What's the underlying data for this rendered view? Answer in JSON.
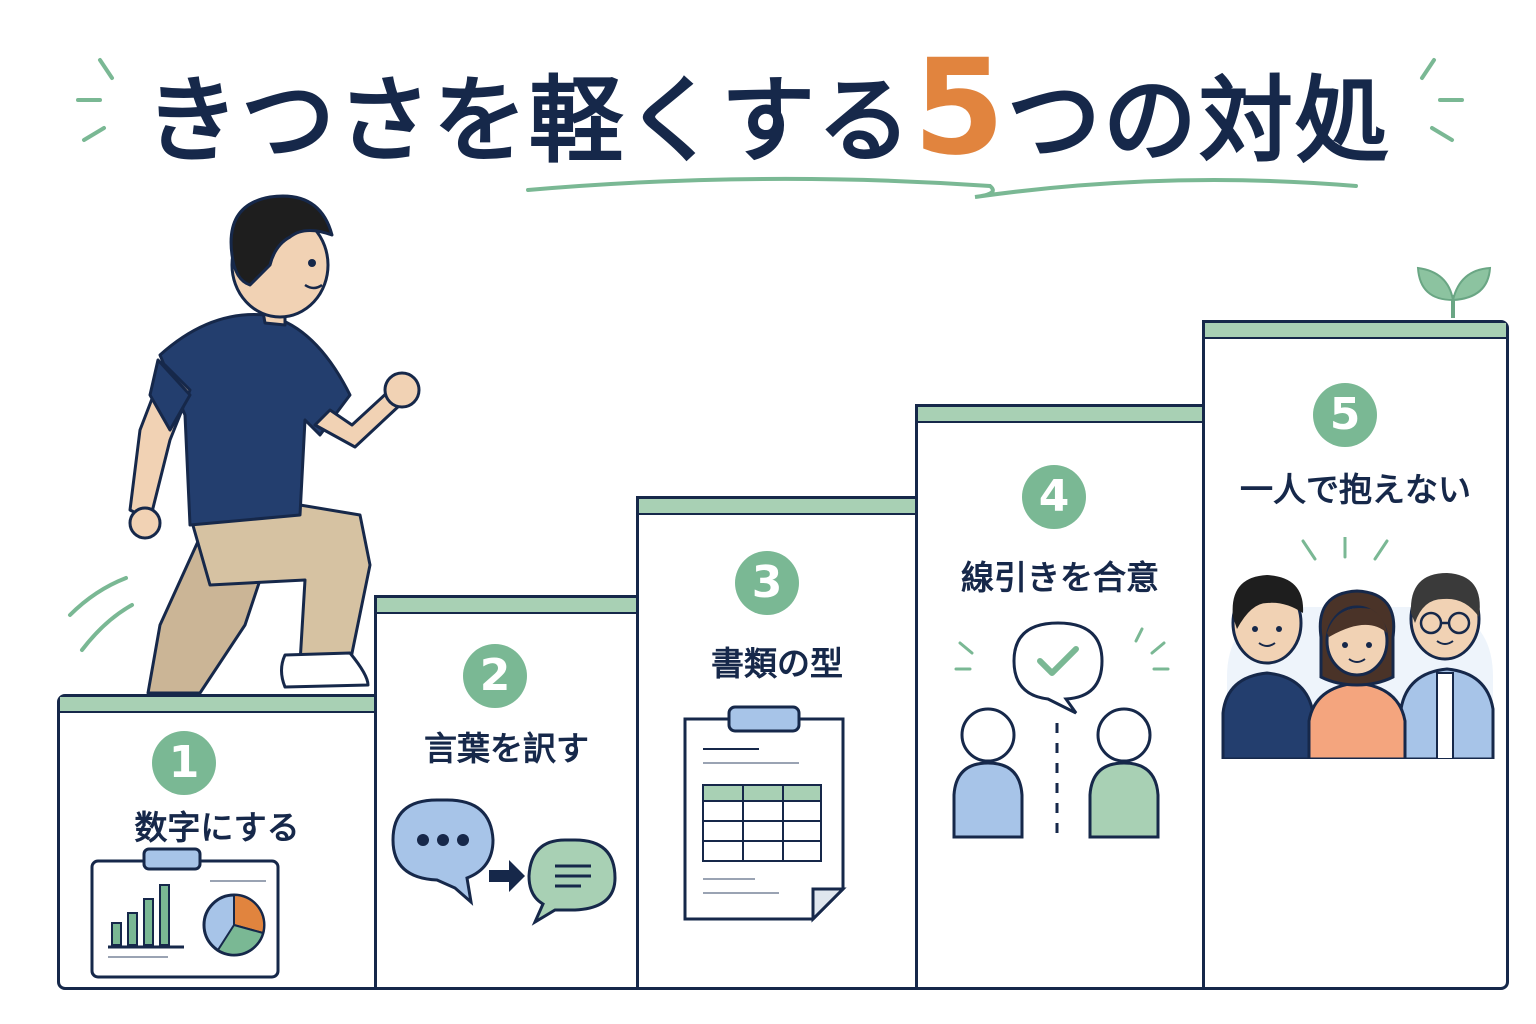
{
  "title": {
    "before": "きつさを軽くする",
    "number": "5",
    "after": "つの対処"
  },
  "colors": {
    "navy": "#16284a",
    "accent": "#e1843e",
    "green": "#7ab894",
    "band": "#a8d0b4",
    "blue": "#a7c4e8"
  },
  "steps": [
    {
      "number": "1",
      "label": "数字にする",
      "icon": "chart-report-icon"
    },
    {
      "number": "2",
      "label": "言葉を訳す",
      "icon": "speech-bubbles-icon"
    },
    {
      "number": "3",
      "label": "書類の型",
      "icon": "clipboard-form-icon"
    },
    {
      "number": "4",
      "label": "線引きを合意",
      "icon": "agreement-icon"
    },
    {
      "number": "5",
      "label": "一人で抱えない",
      "icon": "team-people-icon"
    }
  ]
}
